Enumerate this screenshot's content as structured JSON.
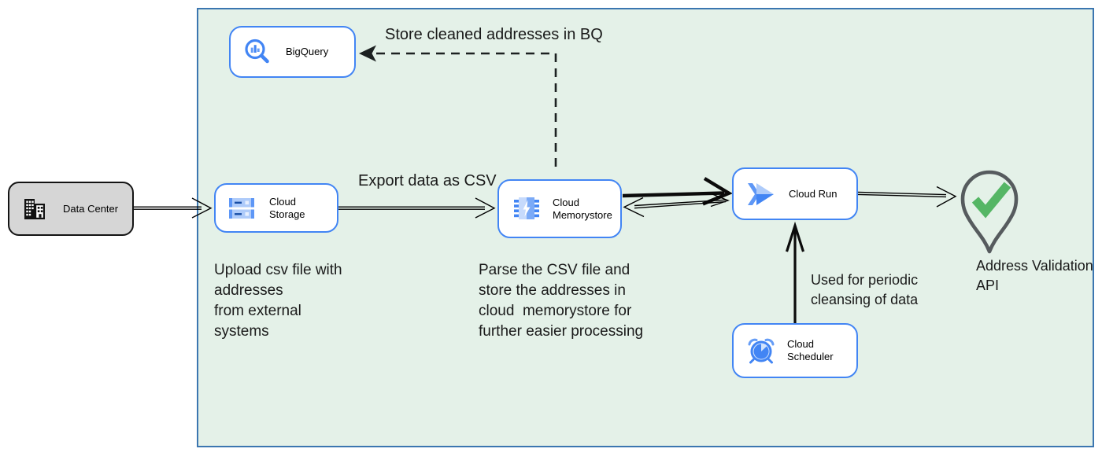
{
  "diagram": {
    "nodes": {
      "data_center": {
        "label": "Data Center",
        "icon": "building-icon"
      },
      "bigquery": {
        "label": "BigQuery",
        "icon": "bigquery-icon"
      },
      "cloud_storage": {
        "label": "Cloud Storage",
        "icon": "cloud-storage-icon"
      },
      "cloud_memorystore": {
        "label": "Cloud Memorystore",
        "icon": "memorystore-chip-icon"
      },
      "cloud_run": {
        "label": "Cloud Run",
        "icon": "cloud-run-icon"
      },
      "cloud_scheduler": {
        "label": "Cloud Scheduler",
        "icon": "alarm-clock-icon"
      },
      "address_validation": {
        "label": "Address Validation\nAPI",
        "icon": "location-pin-check-icon"
      }
    },
    "annotations": {
      "store_cleaned_bq": "Store cleaned addresses in BQ",
      "export_csv": "Export data as CSV",
      "upload_note": "Upload csv file with\naddresses\nfrom external\nsystems",
      "parse_note": "Parse the CSV file and\nstore the addresses in\ncloud  memorystore for\nfurther easier processing",
      "periodic_note": "Used for periodic\ncleansing of data"
    },
    "colors": {
      "boundary_fill": "#e4f1e8",
      "boundary_border": "#3b76b0",
      "node_border_blue": "#4285f4",
      "node_fill": "#ffffff",
      "datacenter_fill": "#d6d6d6",
      "icon_blue": "#4285f4",
      "icon_blue_mid": "#669df6",
      "icon_blue_light": "#aecbfa",
      "pin_gray": "#565b5e",
      "check_green": "#55b665",
      "edge_black": "#000000",
      "text": "#1a1a1a"
    }
  }
}
